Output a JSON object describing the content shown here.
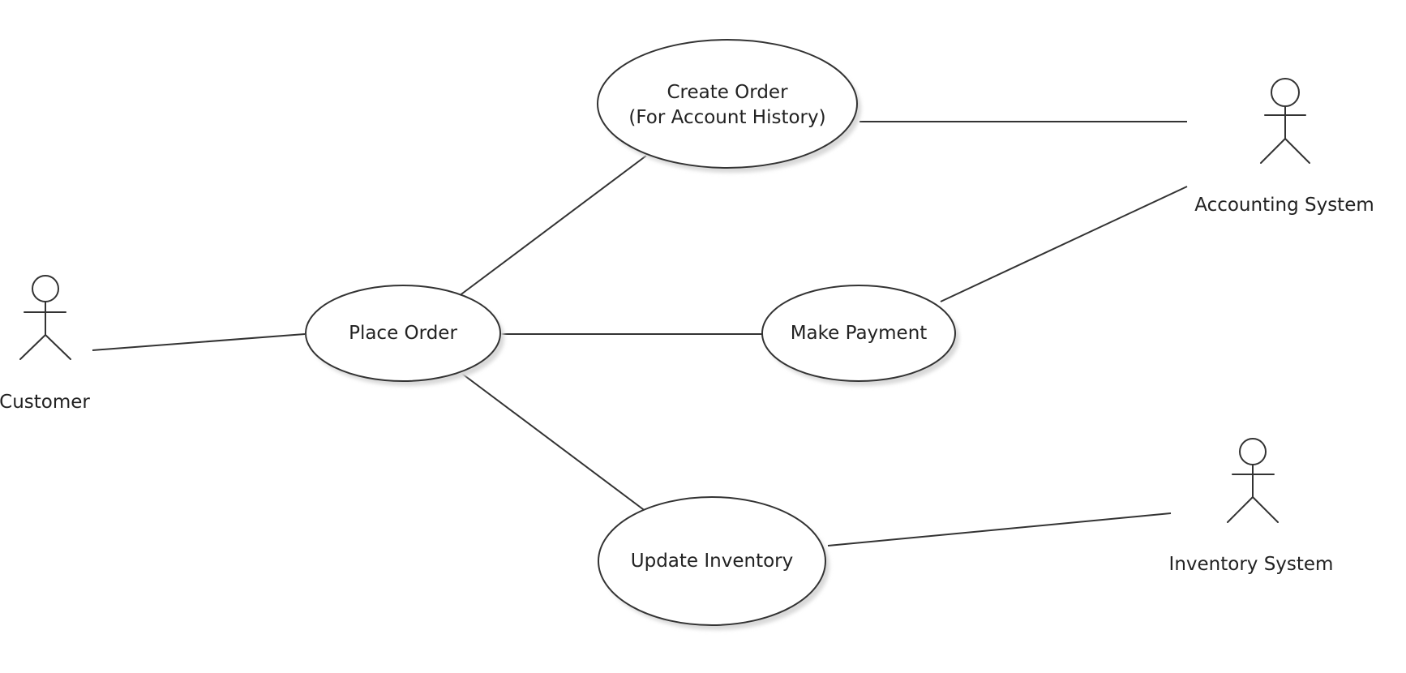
{
  "diagram": {
    "actors": [
      {
        "id": "customer",
        "label": "Customer"
      },
      {
        "id": "accounting",
        "label": "Accounting System"
      },
      {
        "id": "inventory",
        "label": "Inventory System"
      }
    ],
    "use_cases": [
      {
        "id": "create-order",
        "lines": [
          "Create Order",
          "(For Account History)"
        ]
      },
      {
        "id": "place-order",
        "lines": [
          "Place Order"
        ]
      },
      {
        "id": "make-payment",
        "lines": [
          "Make Payment"
        ]
      },
      {
        "id": "update-inventory",
        "lines": [
          "Update Inventory"
        ]
      }
    ],
    "associations": [
      {
        "from": "customer",
        "to": "place-order"
      },
      {
        "from": "place-order",
        "to": "create-order"
      },
      {
        "from": "place-order",
        "to": "make-payment"
      },
      {
        "from": "place-order",
        "to": "update-inventory"
      },
      {
        "from": "create-order",
        "to": "accounting"
      },
      {
        "from": "make-payment",
        "to": "accounting"
      },
      {
        "from": "update-inventory",
        "to": "inventory"
      }
    ]
  }
}
